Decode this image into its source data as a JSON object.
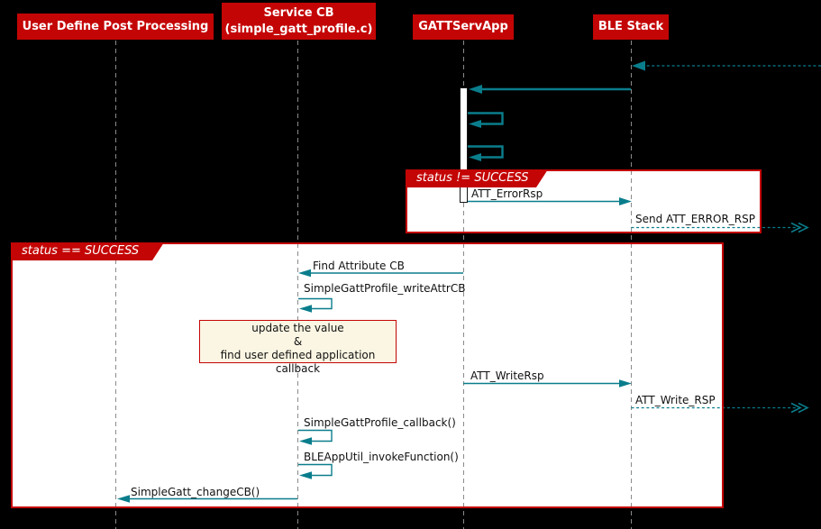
{
  "colors": {
    "background": "#000000",
    "participant_fill": "#c40505",
    "participant_text": "#ffffff",
    "frame_border": "#c40505",
    "frame_fill": "#ffffff",
    "guard_text": "#ffffff",
    "arrow": "#0a7d8c",
    "message_text": "#111111",
    "lifeline": "#8a8a8a",
    "note_fill": "#fbf6e3",
    "note_border": "#c40505",
    "activation_fill": "#ffffff",
    "activation_border": "#161616"
  },
  "participants": [
    {
      "label": "User Define Post Processing"
    },
    {
      "label": "Service CB",
      "sub": "(simple_gatt_profile.c)"
    },
    {
      "label": "GATTServApp"
    },
    {
      "label": "BLE Stack"
    }
  ],
  "fragments": [
    {
      "guard": "status != SUCCESS"
    },
    {
      "guard": "status == SUCCESS"
    }
  ],
  "messages": {
    "att_error_rsp": "ATT_ErrorRsp",
    "send_att_error_rsp": "Send ATT_ERROR_RSP",
    "find_attribute_cb": "Find Attribute CB",
    "simple_gatt_profile_write_attr_cb": "SimpleGattProfile_writeAttrCB",
    "att_write_rsp": "ATT_WriteRsp",
    "att_write_rsp_event": "ATT_Write_RSP",
    "simple_gatt_profile_callback": "SimpleGattProfile_callback()",
    "ble_app_util_invoke_function": "BLEAppUtil_invokeFunction()",
    "simple_gatt_change_cb": "SimpleGatt_changeCB()"
  },
  "note": {
    "line1": "update the value",
    "line2": "&",
    "line3": "find user defined application callback"
  }
}
